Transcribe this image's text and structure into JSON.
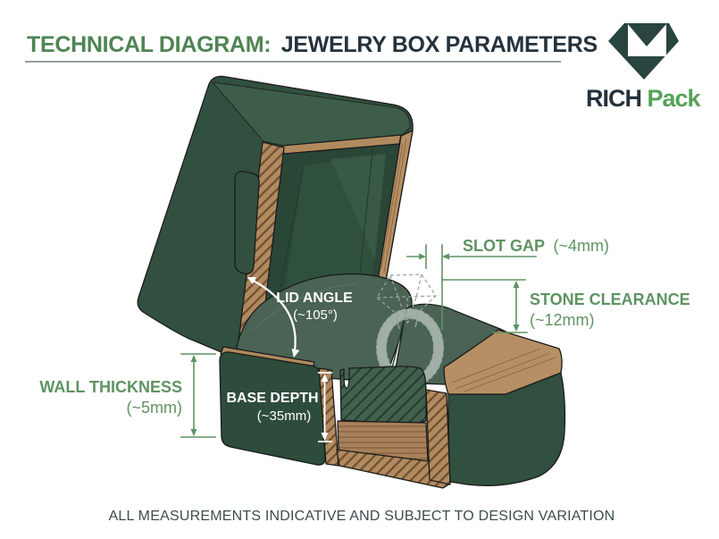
{
  "header": {
    "title_accent": "TECHNICAL DIAGRAM:",
    "title_main": "JEWELRY BOX PARAMETERS"
  },
  "logo": {
    "brand_primary": "RICH",
    "brand_secondary": "Pack",
    "icon": "diamond-gem-icon"
  },
  "annotations": {
    "slot_gap": {
      "label": "SLOT GAP",
      "value": "(~4mm)"
    },
    "stone_clearance": {
      "label": "STONE CLEARANCE",
      "value": "(~12mm)"
    },
    "lid_angle": {
      "label": "LID ANGLE",
      "value": "(~105°)"
    },
    "wall_thickness": {
      "label": "WALL THICKNESS",
      "value": "(~5mm)"
    },
    "base_depth": {
      "label": "BASE DEPTH",
      "value": "(~35mm)"
    }
  },
  "footer": {
    "disclaimer": "ALL MEASUREMENTS INDICATIVE AND SUBJECT TO DESIGN VARIATION"
  },
  "colors": {
    "accent_green": "#4E8453",
    "title_dark": "#25323C",
    "dimension_green": "#5F9363",
    "box_green": "#31503F",
    "cushion_green": "#4A6354",
    "wood": "#B18A5E",
    "logo_dark": "#2A443F",
    "logo_green": "#55A257",
    "underline_gray": "#95A0A0"
  }
}
